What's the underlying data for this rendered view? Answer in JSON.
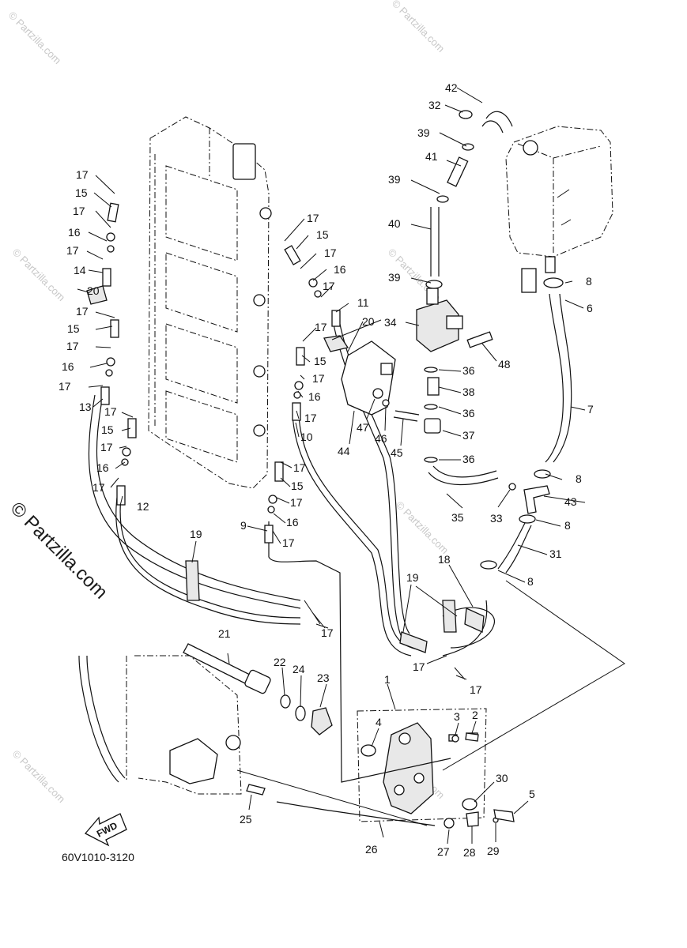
{
  "watermark": "© Partzilla.com",
  "diagram_code": "60V1010-3120",
  "fwd_label": "FWD",
  "callouts": [
    {
      "id": "c1",
      "text": "1"
    },
    {
      "id": "c2",
      "text": "2"
    },
    {
      "id": "c3",
      "text": "3"
    },
    {
      "id": "c4",
      "text": "4"
    },
    {
      "id": "c5",
      "text": "5"
    },
    {
      "id": "c6",
      "text": "6"
    },
    {
      "id": "c7",
      "text": "7"
    },
    {
      "id": "c8a",
      "text": "8"
    },
    {
      "id": "c8b",
      "text": "8"
    },
    {
      "id": "c8c",
      "text": "8"
    },
    {
      "id": "c8d",
      "text": "8"
    },
    {
      "id": "c9",
      "text": "9"
    },
    {
      "id": "c10",
      "text": "10"
    },
    {
      "id": "c11",
      "text": "11"
    },
    {
      "id": "c12",
      "text": "12"
    },
    {
      "id": "c13",
      "text": "13"
    },
    {
      "id": "c14",
      "text": "14"
    },
    {
      "id": "c15a",
      "text": "15"
    },
    {
      "id": "c15b",
      "text": "15"
    },
    {
      "id": "c15c",
      "text": "15"
    },
    {
      "id": "c15d",
      "text": "15"
    },
    {
      "id": "c15e",
      "text": "15"
    },
    {
      "id": "c15f",
      "text": "15"
    },
    {
      "id": "c16a",
      "text": "16"
    },
    {
      "id": "c16b",
      "text": "16"
    },
    {
      "id": "c16c",
      "text": "16"
    },
    {
      "id": "c16d",
      "text": "16"
    },
    {
      "id": "c16e",
      "text": "16"
    },
    {
      "id": "c16f",
      "text": "16"
    },
    {
      "id": "c17a",
      "text": "17"
    },
    {
      "id": "c17b",
      "text": "17"
    },
    {
      "id": "c17c",
      "text": "17"
    },
    {
      "id": "c17d",
      "text": "17"
    },
    {
      "id": "c17e",
      "text": "17"
    },
    {
      "id": "c17f",
      "text": "17"
    },
    {
      "id": "c17g",
      "text": "17"
    },
    {
      "id": "c17h",
      "text": "17"
    },
    {
      "id": "c17i",
      "text": "17"
    },
    {
      "id": "c17j",
      "text": "17"
    },
    {
      "id": "c17k",
      "text": "17"
    },
    {
      "id": "c17l",
      "text": "17"
    },
    {
      "id": "c17m",
      "text": "17"
    },
    {
      "id": "c17n",
      "text": "17"
    },
    {
      "id": "c17o",
      "text": "17"
    },
    {
      "id": "c17p",
      "text": "17"
    },
    {
      "id": "c17q",
      "text": "17"
    },
    {
      "id": "c17r",
      "text": "17"
    },
    {
      "id": "c17s",
      "text": "17"
    },
    {
      "id": "c17t",
      "text": "17"
    },
    {
      "id": "c17u",
      "text": "17"
    },
    {
      "id": "c18",
      "text": "18"
    },
    {
      "id": "c19a",
      "text": "19"
    },
    {
      "id": "c19b",
      "text": "19"
    },
    {
      "id": "c20a",
      "text": "20"
    },
    {
      "id": "c20b",
      "text": "20"
    },
    {
      "id": "c21",
      "text": "21"
    },
    {
      "id": "c22",
      "text": "22"
    },
    {
      "id": "c23",
      "text": "23"
    },
    {
      "id": "c24",
      "text": "24"
    },
    {
      "id": "c25",
      "text": "25"
    },
    {
      "id": "c26",
      "text": "26"
    },
    {
      "id": "c27",
      "text": "27"
    },
    {
      "id": "c28",
      "text": "28"
    },
    {
      "id": "c29",
      "text": "29"
    },
    {
      "id": "c30",
      "text": "30"
    },
    {
      "id": "c31",
      "text": "31"
    },
    {
      "id": "c32",
      "text": "32"
    },
    {
      "id": "c33",
      "text": "33"
    },
    {
      "id": "c34",
      "text": "34"
    },
    {
      "id": "c35",
      "text": "35"
    },
    {
      "id": "c36a",
      "text": "36"
    },
    {
      "id": "c36b",
      "text": "36"
    },
    {
      "id": "c36c",
      "text": "36"
    },
    {
      "id": "c37",
      "text": "37"
    },
    {
      "id": "c38",
      "text": "38"
    },
    {
      "id": "c39a",
      "text": "39"
    },
    {
      "id": "c39b",
      "text": "39"
    },
    {
      "id": "c39c",
      "text": "39"
    },
    {
      "id": "c40",
      "text": "40"
    },
    {
      "id": "c41",
      "text": "41"
    },
    {
      "id": "c42",
      "text": "42"
    },
    {
      "id": "c43",
      "text": "43"
    },
    {
      "id": "c44",
      "text": "44"
    },
    {
      "id": "c45",
      "text": "45"
    },
    {
      "id": "c46",
      "text": "46"
    },
    {
      "id": "c47",
      "text": "47"
    },
    {
      "id": "c48",
      "text": "48"
    }
  ]
}
